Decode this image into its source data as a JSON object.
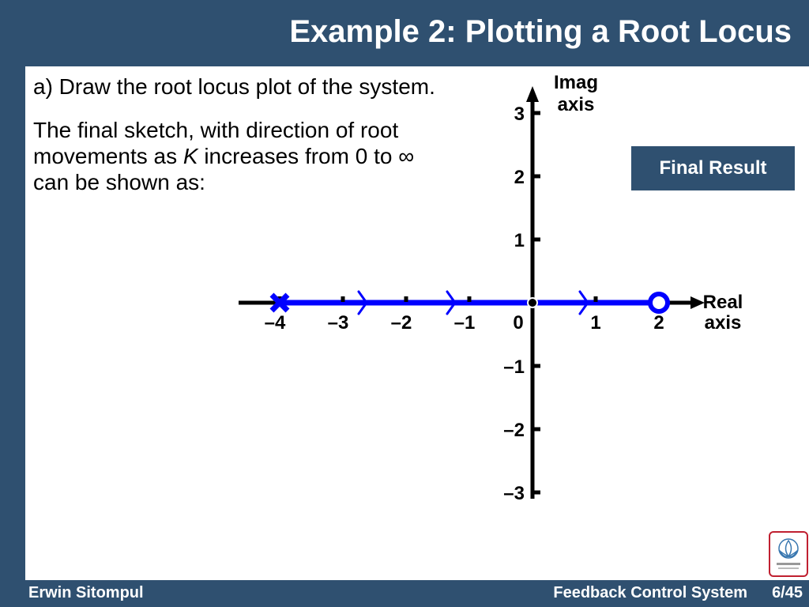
{
  "slide": {
    "title": "Example 2: Plotting a Root Locus",
    "line_a": "a) Draw the root locus plot of the system.",
    "paragraph": {
      "before_k": "The final sketch, with direction of root movements as ",
      "k": "K",
      "after_k": " increases from 0 to ∞ can be shown as:"
    },
    "final_result_button": "Final Result"
  },
  "chart_data": {
    "type": "line",
    "xlabel": "Real axis",
    "ylabel": "Imag axis",
    "xlim": [
      -4.4,
      2.4
    ],
    "ylim": [
      -3,
      3
    ],
    "x_ticks": [
      -4,
      -3,
      -2,
      -1,
      0,
      1,
      2
    ],
    "x_tick_labels": [
      "–4",
      "–3",
      "–2",
      "–1",
      "0",
      "1",
      "2"
    ],
    "y_ticks": [
      3,
      2,
      1,
      -1,
      -2,
      -3
    ],
    "y_tick_labels": [
      "3",
      "2",
      "1",
      "–1",
      "–2",
      "–3"
    ],
    "poles": [
      -4,
      0
    ],
    "zeros": [
      2
    ],
    "locus_segments": [
      {
        "from": -4,
        "to": 0
      },
      {
        "from": 0,
        "to": 2
      }
    ],
    "direction_arrows": [
      -2.7,
      -1.3,
      0.8
    ],
    "colors": {
      "locus": "#0000ff",
      "axis": "#000000"
    }
  },
  "footer": {
    "author": "Erwin Sitompul",
    "course": "Feedback Control System",
    "page": "6/45"
  },
  "colors": {
    "theme": "#2f5070",
    "logo_border": "#c02030"
  }
}
